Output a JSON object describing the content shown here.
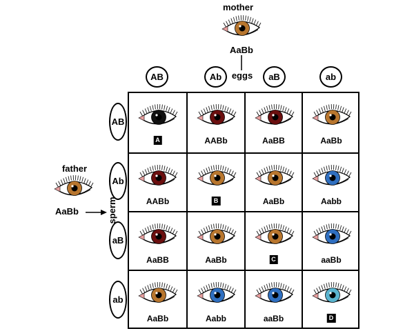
{
  "mother": {
    "label": "mother",
    "genotype": "AaBb",
    "eye_color": "#b8762e"
  },
  "father": {
    "label": "father",
    "genotype": "AaBb",
    "eye_color": "#b8762e"
  },
  "eggs_label": "eggs",
  "sperm_label": "sperm",
  "egg_gametes": [
    "AB",
    "Ab",
    "aB",
    "ab"
  ],
  "sperm_gametes": [
    "AB",
    "Ab",
    "aB",
    "ab"
  ],
  "iris_colors": {
    "black": "#111111",
    "dark_brown": "#6b0f0f",
    "brown": "#b8762e",
    "blue": "#2f6fc0",
    "light_blue": "#5ab4cf"
  },
  "cells": [
    [
      {
        "text": "A",
        "boxed": true,
        "iris": "black"
      },
      {
        "text": "AABb",
        "boxed": false,
        "iris": "dark_brown"
      },
      {
        "text": "AaBB",
        "boxed": false,
        "iris": "dark_brown"
      },
      {
        "text": "AaBb",
        "boxed": false,
        "iris": "brown"
      }
    ],
    [
      {
        "text": "AABb",
        "boxed": false,
        "iris": "dark_brown"
      },
      {
        "text": "B",
        "boxed": true,
        "iris": "brown"
      },
      {
        "text": "AaBb",
        "boxed": false,
        "iris": "brown"
      },
      {
        "text": "Aabb",
        "boxed": false,
        "iris": "blue"
      }
    ],
    [
      {
        "text": "AaBB",
        "boxed": false,
        "iris": "dark_brown"
      },
      {
        "text": "AaBb",
        "boxed": false,
        "iris": "brown"
      },
      {
        "text": "C",
        "boxed": true,
        "iris": "brown"
      },
      {
        "text": "aaBb",
        "boxed": false,
        "iris": "blue"
      }
    ],
    [
      {
        "text": "AaBb",
        "boxed": false,
        "iris": "brown"
      },
      {
        "text": "Aabb",
        "boxed": false,
        "iris": "blue"
      },
      {
        "text": "aaBb",
        "boxed": false,
        "iris": "blue"
      },
      {
        "text": "D",
        "boxed": true,
        "iris": "light_blue"
      }
    ]
  ]
}
